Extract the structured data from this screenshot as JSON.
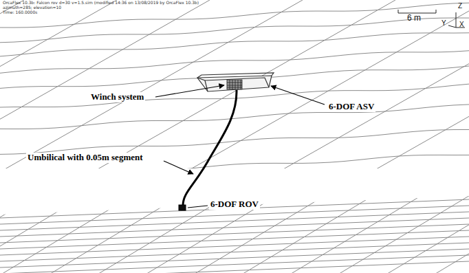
{
  "diagram": {
    "labels": [
      "OrcaFlex 10.3b: Falcon rov d=30 v=1.5.sim (modified 14:36 on 13/08/2019 by OrcaFlex 10.3b)",
      "azimuth=285; elevation=10",
      "Time: 160.0000s",
      "6 m",
      "Z",
      "Y",
      "X",
      "Winch system",
      "6-DOF ASV",
      "Umbilical with 0.05m segment",
      "6-DOF ROV"
    ]
  }
}
